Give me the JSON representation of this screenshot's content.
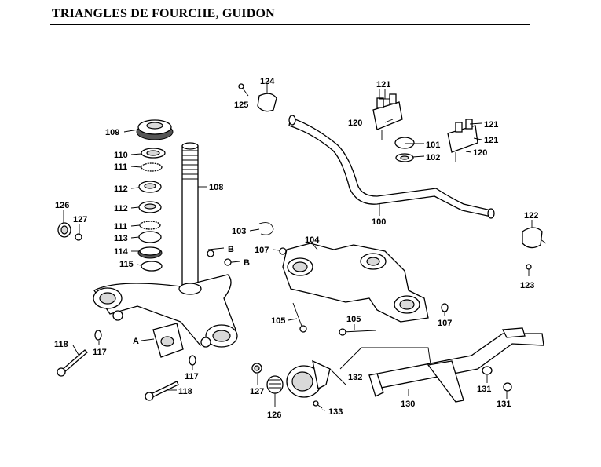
{
  "title": "TRIANGLES DE FOURCHE, GUIDON",
  "labels": {
    "l124": "124",
    "l125": "125",
    "l109": "109",
    "l110": "110",
    "l111a": "111",
    "l112a": "112",
    "l112b": "112",
    "l111b": "111",
    "l113": "113",
    "l114": "114",
    "l115": "115",
    "l108": "108",
    "l126a": "126",
    "l127a": "127",
    "l121a": "121",
    "l120a": "120",
    "l101": "101",
    "l102": "102",
    "l121b": "121",
    "l121c": "121",
    "l120b": "120",
    "l100": "100",
    "l122": "122",
    "l123": "123",
    "l103": "103",
    "l104": "104",
    "l107a": "107",
    "lB1": "B",
    "lB2": "B",
    "l105a": "105",
    "l105b": "105",
    "l107b": "107",
    "lA": "A",
    "l118a": "118",
    "l117a": "117",
    "l117b": "117",
    "l118b": "118",
    "l127b": "127",
    "l126b": "126",
    "l132": "132",
    "l133": "133",
    "l130": "130",
    "l131a": "131",
    "l131b": "131"
  }
}
